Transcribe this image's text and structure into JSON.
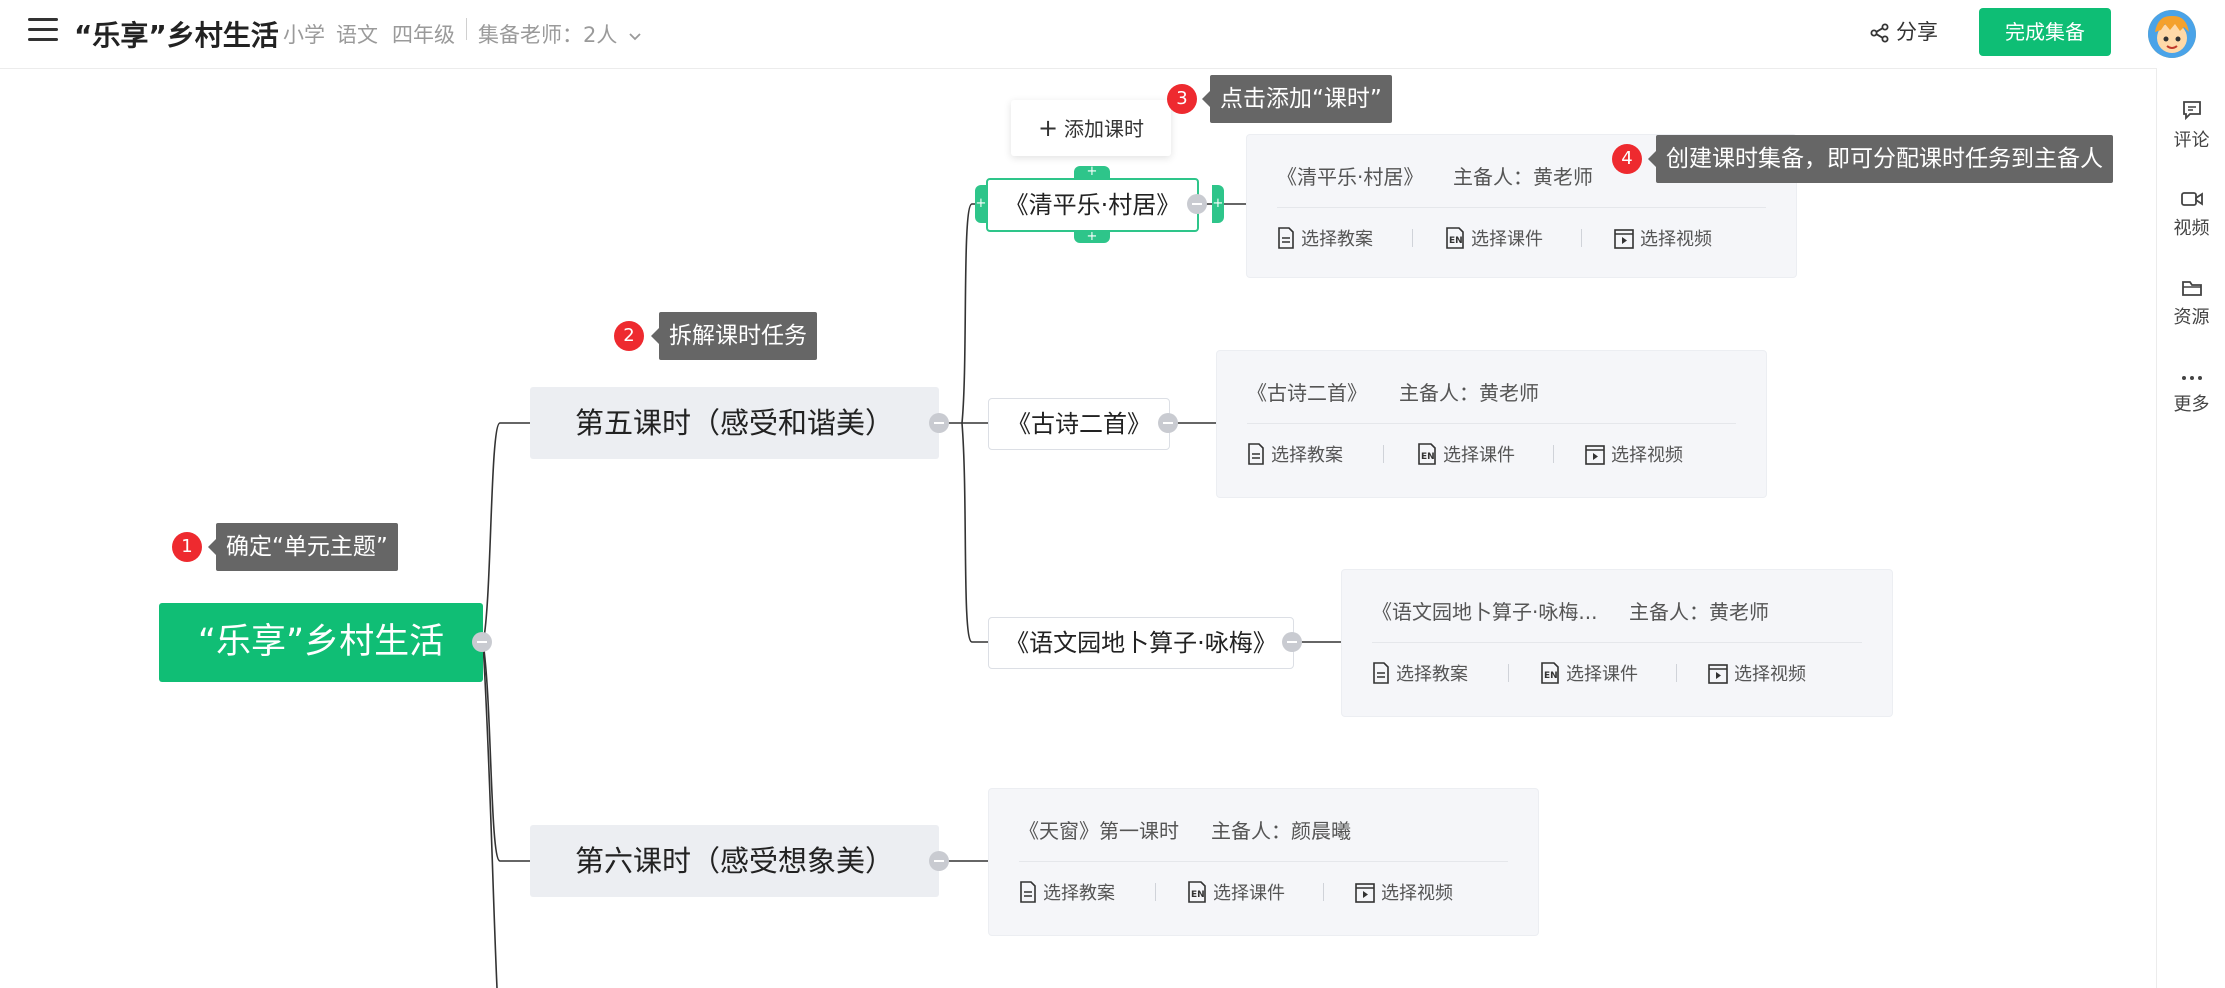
{
  "header": {
    "title": "“乐享”乡村生活",
    "grade_level": "小学",
    "subject": "语文",
    "grade": "四年级",
    "teachers": "集备老师：2人",
    "share_label": "分享",
    "finish_label": "完成集备"
  },
  "sidebar": [
    {
      "label": "评论",
      "icon": "comment-icon"
    },
    {
      "label": "视频",
      "icon": "video-icon"
    },
    {
      "label": "资源",
      "icon": "folder-icon"
    },
    {
      "label": "更多",
      "icon": "more-icon"
    }
  ],
  "mindmap": {
    "root": "“乐享”乡村生活",
    "topics": [
      "第五课时（感受和谐美）",
      "第六课时（感受想象美）"
    ],
    "subtopics": [
      "《清平乐·村居》",
      "《古诗二首》",
      "《语文园地卜算子·咏梅》"
    ],
    "add_lesson_label": "添加课时"
  },
  "cards": [
    {
      "title": "《清平乐·村居》",
      "owner": "主备人：黄老师",
      "actions": [
        "选择教案",
        "选择课件",
        "选择视频"
      ]
    },
    {
      "title": "《古诗二首》",
      "owner": "主备人：黄老师",
      "actions": [
        "选择教案",
        "选择课件",
        "选择视频"
      ]
    },
    {
      "title": "《语文园地卜算子·咏梅...",
      "owner": "主备人：黄老师",
      "actions": [
        "选择教案",
        "选择课件",
        "选择视频"
      ]
    },
    {
      "title": "《天窗》第一课时",
      "owner": "主备人：颜晨曦",
      "actions": [
        "选择教案",
        "选择课件",
        "选择视频"
      ]
    }
  ],
  "tips": [
    {
      "num": "1",
      "text": "确定“单元主题”"
    },
    {
      "num": "2",
      "text": "拆解课时任务"
    },
    {
      "num": "3",
      "text": "点击添加“课时”"
    },
    {
      "num": "4",
      "text": "创建课时集备，即可分配课时任务到主备人"
    }
  ],
  "colors": {
    "brand_green": "#10be75",
    "badge_red": "#ee2a2f",
    "tooltip_gray": "#666666"
  }
}
